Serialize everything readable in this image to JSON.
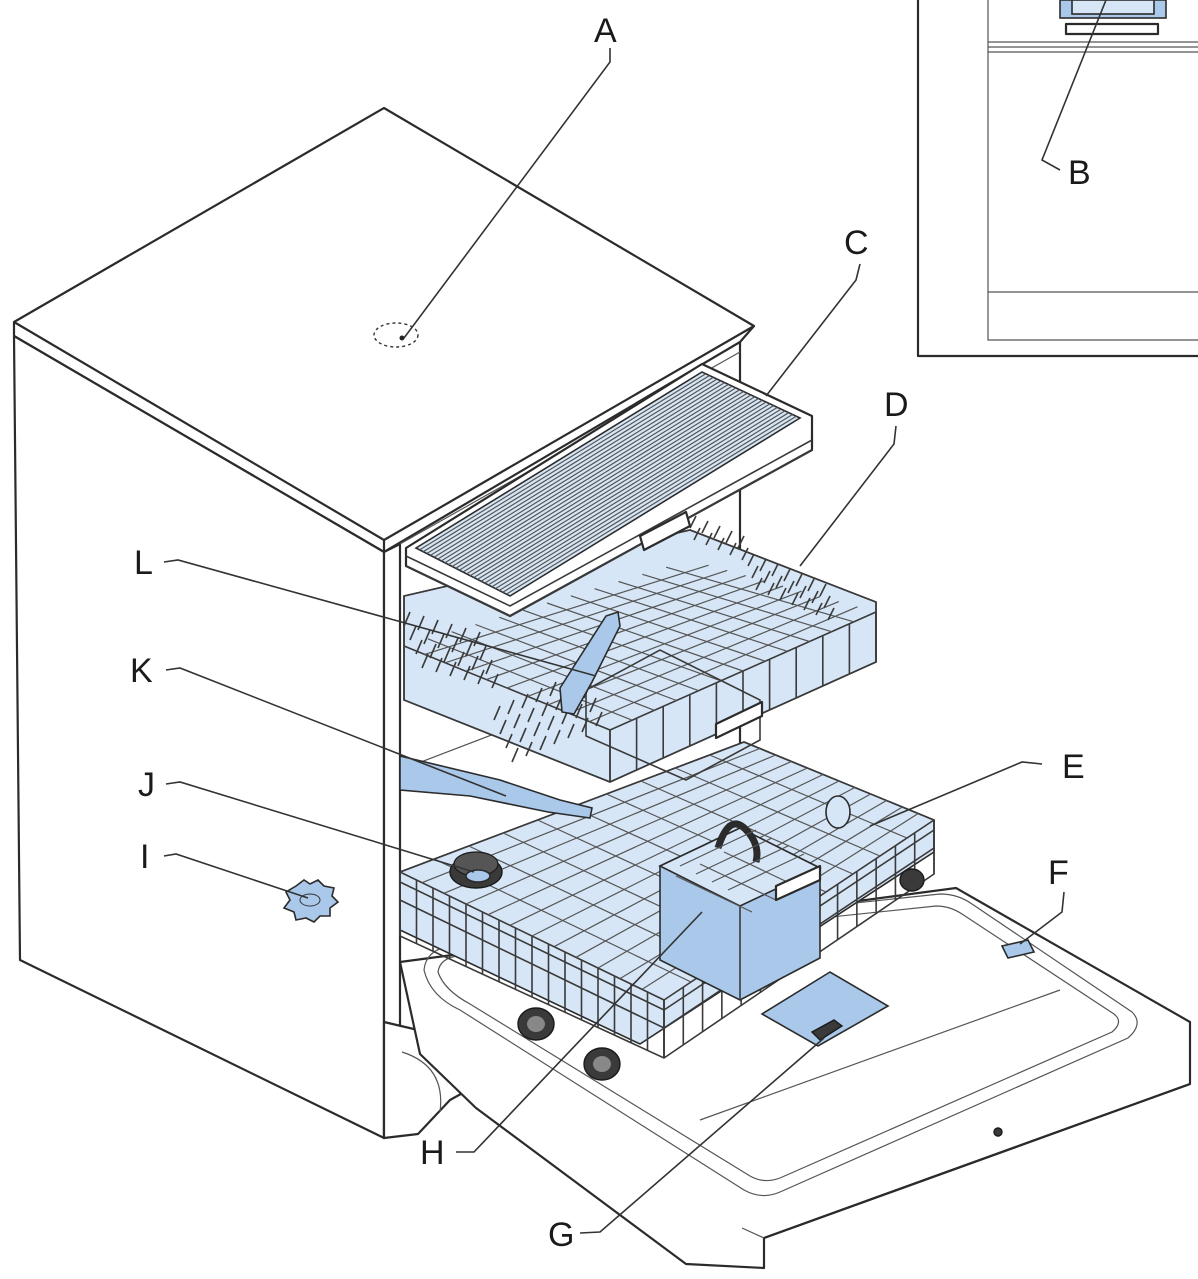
{
  "labels": {
    "a": "A",
    "b": "B",
    "c": "C",
    "d": "D",
    "e": "E",
    "f": "F",
    "g": "G",
    "h": "H",
    "i": "I",
    "j": "J",
    "k": "K",
    "l": "L"
  },
  "colors": {
    "highlight": "#a9c8ea",
    "highlight_light": "#d6e6f6",
    "outline": "#2b2b2b"
  }
}
